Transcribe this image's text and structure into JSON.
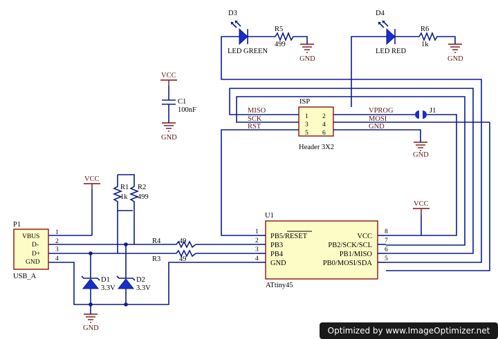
{
  "labels": {
    "d3": "D3",
    "d3_name": "LED GREEN",
    "r5": "R5",
    "r5_val": "499",
    "d4": "D4",
    "d4_name": "LED RED",
    "r6": "R6",
    "r6_val": "1k",
    "gnd": "GND",
    "vcc": "VCC",
    "c1": "C1",
    "c1_val": "100nF",
    "isp": "ISP",
    "isp_name": "Header 3X2",
    "isp_pins": [
      "1",
      "2",
      "3",
      "4",
      "5",
      "6"
    ],
    "net_miso": "MISO",
    "net_sck": "SCK",
    "net_rst": "RST",
    "net_vprog": "VPROG",
    "net_mosi": "MOSI",
    "net_gnd": "GND",
    "j1": "J1",
    "r1": "R1",
    "r1_val": "1k",
    "r2": "R2",
    "r2_val": "499",
    "p1": "P1",
    "p1_name": "USB_A",
    "p1_pins": [
      "VBUS",
      "D-",
      "D+",
      "GND"
    ],
    "p1_nums": [
      "1",
      "2",
      "3",
      "4"
    ],
    "r4": "R4",
    "r4_val": "49",
    "r3": "R3",
    "r3_val": "49",
    "d1": "D1",
    "d1_val": "3.3V",
    "d2": "D2",
    "d2_val": "3.3V",
    "u1": "U1",
    "u1_name": "ATtiny45",
    "u1_left": [
      "PB5/RESET",
      "PB3",
      "PB4",
      "GND"
    ],
    "u1_left_nums": [
      "1",
      "2",
      "3",
      "4"
    ],
    "u1_right": [
      "VCC",
      "PB2/SCK/SCL",
      "PB1/MISO",
      "PB0/MOSI/SDA"
    ],
    "u1_right_nums": [
      "8",
      "7",
      "6",
      "5"
    ]
  },
  "watermark": "Optimized by www.ImageOptimizer.net",
  "colors": {
    "wire": "#0a1a8c",
    "net_label": "#5a1a12",
    "part_fill": "#fdfcc6",
    "part_stroke": "#8a1010",
    "watermark_bg": "#1a1a1a"
  }
}
